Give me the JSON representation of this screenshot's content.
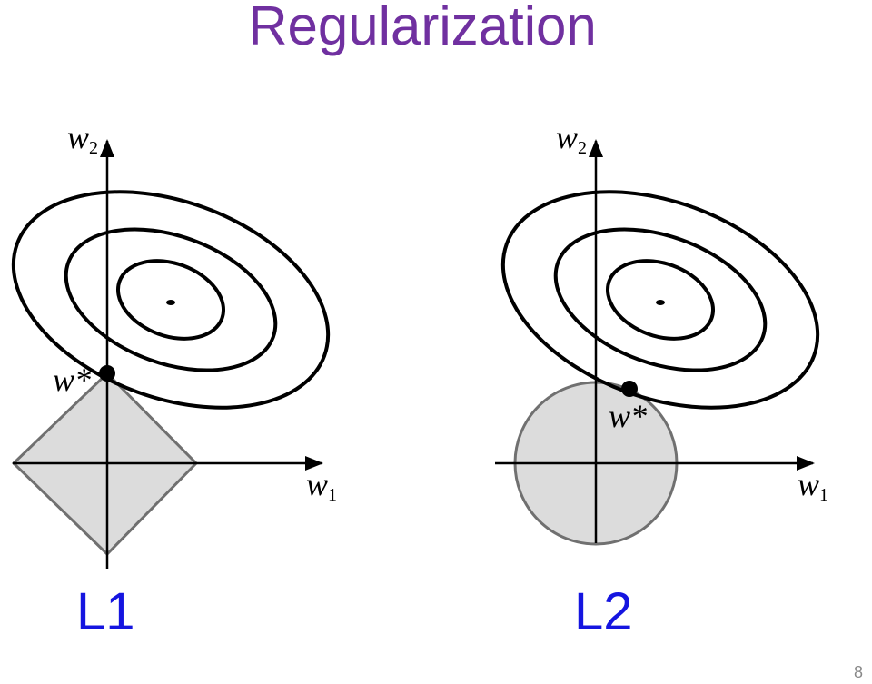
{
  "slide": {
    "title": "Regularization",
    "page_number": "8"
  },
  "left_panel": {
    "label": "L1",
    "y_axis": {
      "var": "w",
      "sub": "2"
    },
    "x_axis": {
      "var": "w",
      "sub": "1"
    },
    "optimum_label": "w*"
  },
  "right_panel": {
    "label": "L2",
    "y_axis": {
      "var": "w",
      "sub": "2"
    },
    "x_axis": {
      "var": "w",
      "sub": "1"
    },
    "optimum_label": "w*"
  },
  "colors": {
    "title": "#7030a0",
    "labels": "#1515e0",
    "constraint_fill": "#dcdcdc",
    "constraint_stroke": "#707070"
  }
}
